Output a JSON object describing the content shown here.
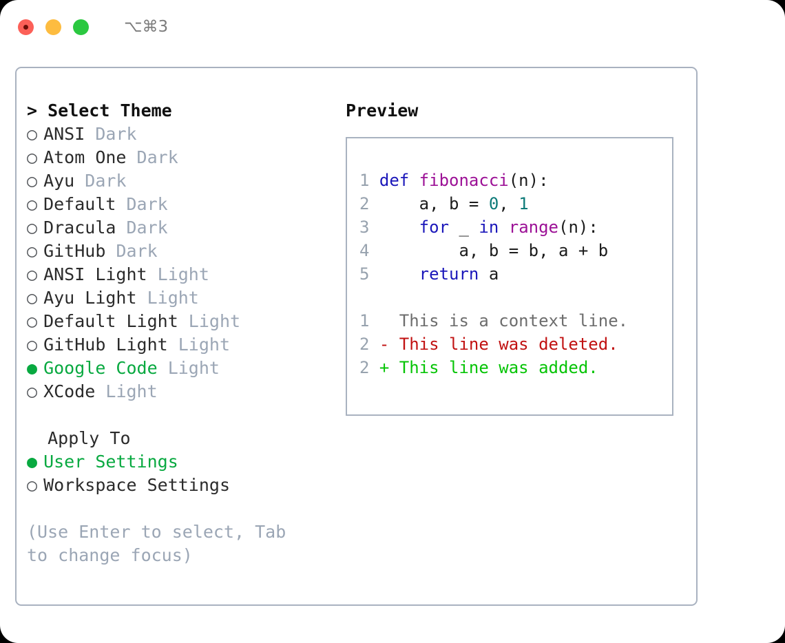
{
  "titlebar": {
    "shortcut": "⌥⌘3",
    "buttons": [
      {
        "name": "close",
        "color": "#fc6058"
      },
      {
        "name": "minimize",
        "color": "#fdbc40"
      },
      {
        "name": "maximize",
        "color": "#2bc840"
      }
    ]
  },
  "theme_panel": {
    "header": "> Select Theme",
    "items": [
      {
        "marker": "○",
        "label": "ANSI",
        "badge": "Dark",
        "selected": false
      },
      {
        "marker": "○",
        "label": "Atom One",
        "badge": "Dark",
        "selected": false
      },
      {
        "marker": "○",
        "label": "Ayu",
        "badge": "Dark",
        "selected": false
      },
      {
        "marker": "○",
        "label": "Default",
        "badge": "Dark",
        "selected": false
      },
      {
        "marker": "○",
        "label": "Dracula",
        "badge": "Dark",
        "selected": false
      },
      {
        "marker": "○",
        "label": "GitHub",
        "badge": "Dark",
        "selected": false
      },
      {
        "marker": "○",
        "label": "ANSI Light",
        "badge": "Light",
        "selected": false
      },
      {
        "marker": "○",
        "label": "Ayu Light",
        "badge": "Light",
        "selected": false
      },
      {
        "marker": "○",
        "label": "Default Light",
        "badge": "Light",
        "selected": false
      },
      {
        "marker": "○",
        "label": "GitHub Light",
        "badge": "Light",
        "selected": false
      },
      {
        "marker": "●",
        "label": "Google Code",
        "badge": "Light",
        "selected": true
      },
      {
        "marker": "○",
        "label": "XCode",
        "badge": "Light",
        "selected": false
      }
    ]
  },
  "apply_to": {
    "header": "  Apply To",
    "items": [
      {
        "marker": "●",
        "label": "User Settings",
        "selected": true
      },
      {
        "marker": "○",
        "label": "Workspace Settings",
        "selected": false
      }
    ]
  },
  "hint": "(Use Enter to select, Tab to change focus)",
  "preview": {
    "title": "Preview",
    "code_lines": [
      {
        "n": "1",
        "parts": [
          {
            "t": "def ",
            "c": "kw"
          },
          {
            "t": "fibonacci",
            "c": "fn"
          },
          {
            "t": "(n):",
            "c": "pn"
          }
        ]
      },
      {
        "n": "2",
        "parts": [
          {
            "t": "    a, b = ",
            "c": "pn"
          },
          {
            "t": "0",
            "c": "num"
          },
          {
            "t": ", ",
            "c": "pn"
          },
          {
            "t": "1",
            "c": "num"
          }
        ]
      },
      {
        "n": "3",
        "parts": [
          {
            "t": "    ",
            "c": "pn"
          },
          {
            "t": "for",
            "c": "kw"
          },
          {
            "t": " _ ",
            "c": "pn"
          },
          {
            "t": "in",
            "c": "kw"
          },
          {
            "t": " ",
            "c": "pn"
          },
          {
            "t": "range",
            "c": "fn"
          },
          {
            "t": "(n):",
            "c": "pn"
          }
        ]
      },
      {
        "n": "4",
        "parts": [
          {
            "t": "        a, b = b, a + b",
            "c": "pn"
          }
        ]
      },
      {
        "n": "5",
        "parts": [
          {
            "t": "    ",
            "c": "pn"
          },
          {
            "t": "return",
            "c": "kw"
          },
          {
            "t": " a",
            "c": "pn"
          }
        ]
      }
    ],
    "diff_lines": [
      {
        "n": "1",
        "marker": " ",
        "text": "  This is a context line.",
        "kind": "diff-ctx"
      },
      {
        "n": "2",
        "marker": "-",
        "text": "- This line was deleted.",
        "kind": "diff-del"
      },
      {
        "n": "2",
        "marker": "+",
        "text": "+ This line was added.",
        "kind": "diff-add"
      }
    ]
  },
  "colors": {
    "selection_green": "#08a940",
    "badge_gray": "#9ba6b5",
    "border": "#a9b2c0",
    "keyword": "#1b17ba",
    "function": "#9c1196",
    "number": "#0d7a78",
    "diff_deleted": "#c11212",
    "diff_added": "#06c406",
    "line_number": "#97a2ae"
  }
}
